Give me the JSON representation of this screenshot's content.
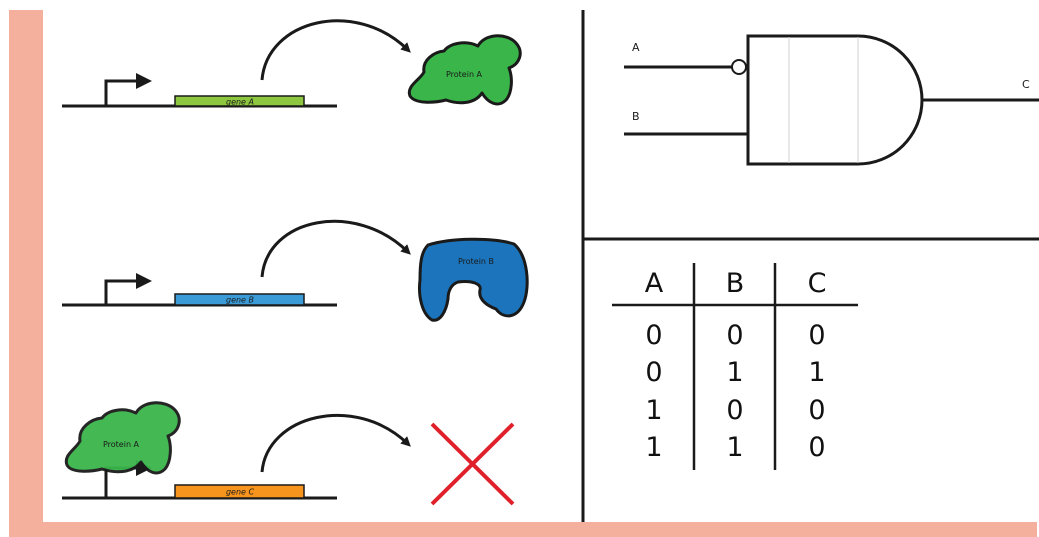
{
  "colors": {
    "border": "#f4b09c",
    "gene_a": "#8dc63f",
    "gene_b": "#3b9bd6",
    "gene_c": "#f7941d",
    "protein_a": "#39b54a",
    "protein_b": "#1c75bc",
    "cross": "#e0202b",
    "stroke": "#1a1a1a"
  },
  "icons": [
    "promoter-arrow-icon",
    "curved-arrow-icon",
    "protein-a-blob-icon",
    "protein-b-cshape-icon",
    "red-x-icon",
    "not-bubble-icon"
  ],
  "genes": [
    {
      "gene_label": "gene A",
      "protein_label": "Protein A",
      "result": "protein-a"
    },
    {
      "gene_label": "gene B",
      "protein_label": "Protein B",
      "result": "protein-b"
    },
    {
      "gene_label": "gene C",
      "repressor_label": "Protein A",
      "result": "none"
    }
  ],
  "gate": {
    "input_a": "A",
    "input_b": "B",
    "output": "C"
  },
  "truth_table": {
    "headers": [
      "A",
      "B",
      "C"
    ],
    "rows": [
      [
        "0",
        "0",
        "0"
      ],
      [
        "0",
        "1",
        "1"
      ],
      [
        "1",
        "0",
        "0"
      ],
      [
        "1",
        "1",
        "0"
      ]
    ]
  }
}
